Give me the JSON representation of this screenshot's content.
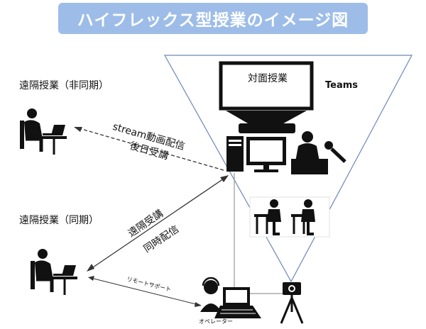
{
  "title": "ハイフレックス型授業のイメージ図",
  "labels": {
    "remote_async": "遠隔授業（非同期）",
    "remote_sync": "遠隔授業（同期）",
    "screen": "対面授業",
    "teams": "Teams",
    "stream_line1": "stream動画配信",
    "stream_line2": "後日受講",
    "sync_line1": "遠隔受講",
    "sync_line2": "同時配信",
    "remote_support": "リモートサポート",
    "operator": "オペレーター"
  },
  "icons": [
    "student-at-laptop-icon",
    "teacher-at-podium-icon",
    "microphone-icon",
    "desktop-computer-icon",
    "classroom-students-icon",
    "camera-tripod-icon",
    "operator-headset-icon",
    "laptop-icon",
    "projection-cone"
  ],
  "colors": {
    "title_bg": "#9dbde8",
    "title_text": "#ffffff",
    "cone_stroke": "#6b87b8",
    "line_gray": "#9a9a9a",
    "icon": "#111111"
  }
}
